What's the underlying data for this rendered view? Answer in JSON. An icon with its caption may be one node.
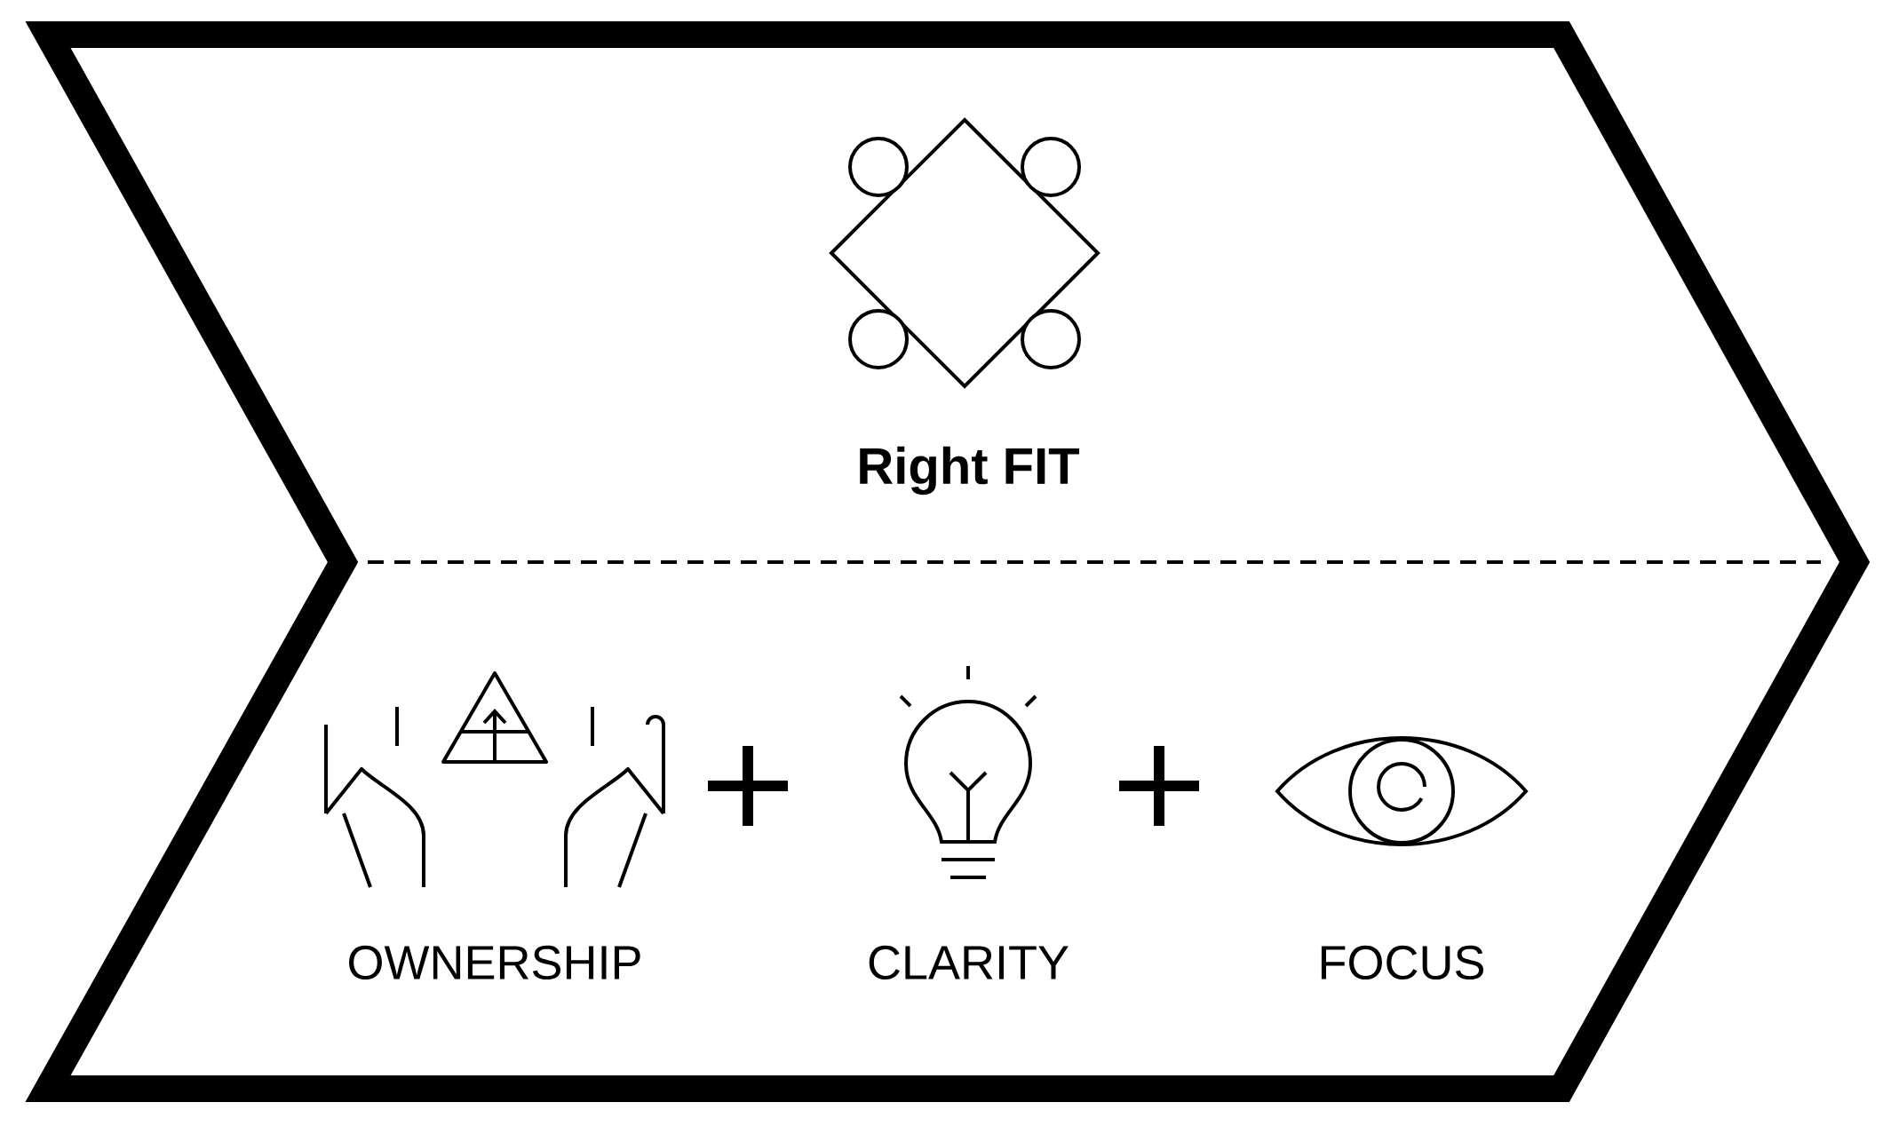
{
  "diagram": {
    "nodes": [
      {
        "text": [
          "Right FIT"
        ]
      }
    ],
    "labels": [
      "OWNERSHIP",
      "CLARITY",
      "FOCUS"
    ]
  }
}
